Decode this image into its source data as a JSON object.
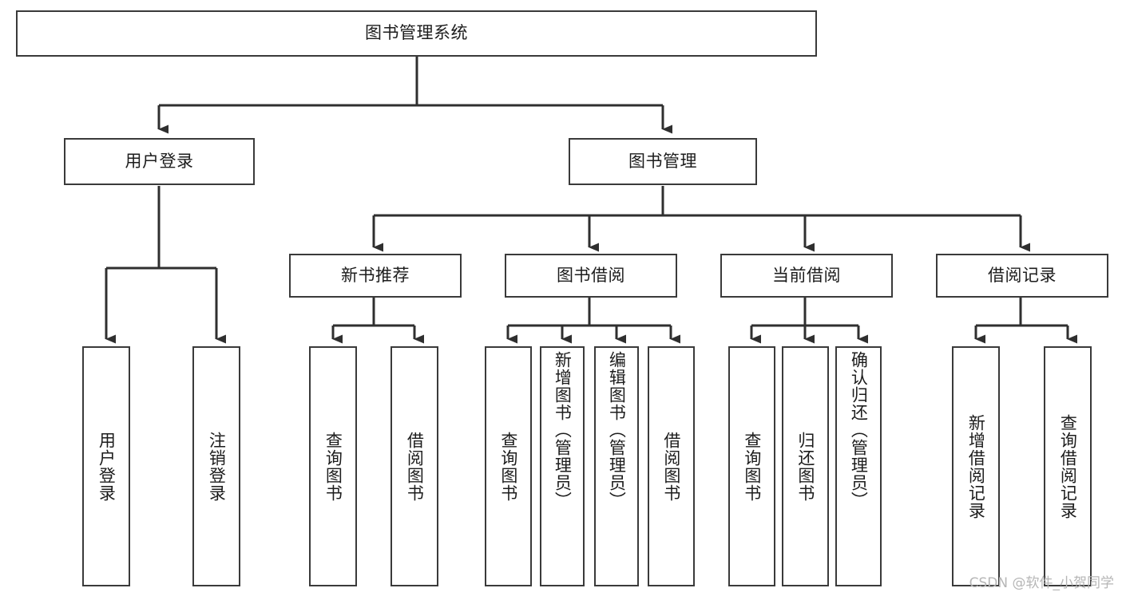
{
  "diagram": {
    "title": "图书管理系统",
    "type": "tree-hierarchy-chart",
    "watermark": "CSDN @软件_小贺同学",
    "colors": {
      "background": "#ffffff",
      "box_border": "#3a3a3a",
      "box_fill": "#ffffff",
      "connector": "#2f2f2f",
      "text": "#1c1c1c",
      "watermark_text": "#b6b6b6"
    },
    "root": {
      "id": "root",
      "label": "图书管理系统",
      "orientation": "horizontal"
    },
    "level1": [
      {
        "id": "user-login",
        "label": "用户登录",
        "orientation": "horizontal"
      },
      {
        "id": "book-manage",
        "label": "图书管理",
        "orientation": "horizontal"
      }
    ],
    "level2": [
      {
        "id": "new-book-recommend",
        "label": "新书推荐",
        "parent": "book-manage",
        "orientation": "horizontal"
      },
      {
        "id": "book-borrow",
        "label": "图书借阅",
        "parent": "book-manage",
        "orientation": "horizontal"
      },
      {
        "id": "current-borrow",
        "label": "当前借阅",
        "parent": "book-manage",
        "orientation": "horizontal"
      },
      {
        "id": "borrow-record",
        "label": "借阅记录",
        "parent": "book-manage",
        "orientation": "horizontal"
      }
    ],
    "leaves": [
      {
        "id": "leaf-user-login",
        "label": "用户登录",
        "parent": "user-login",
        "orientation": "vertical"
      },
      {
        "id": "leaf-user-logout",
        "label": "注销登录",
        "parent": "user-login",
        "orientation": "vertical"
      },
      {
        "id": "leaf-query-book-1",
        "label": "查询图书",
        "parent": "new-book-recommend",
        "orientation": "vertical"
      },
      {
        "id": "leaf-borrow-book-1",
        "label": "借阅图书",
        "parent": "new-book-recommend",
        "orientation": "vertical"
      },
      {
        "id": "leaf-query-book-2",
        "label": "查询图书",
        "parent": "book-borrow",
        "orientation": "vertical"
      },
      {
        "id": "leaf-add-book",
        "label": "新增图书（管理员）",
        "parent": "book-borrow",
        "orientation": "vertical"
      },
      {
        "id": "leaf-edit-book",
        "label": "编辑图书（管理员）",
        "parent": "book-borrow",
        "orientation": "vertical"
      },
      {
        "id": "leaf-borrow-book-2",
        "label": "借阅图书",
        "parent": "book-borrow",
        "orientation": "vertical"
      },
      {
        "id": "leaf-query-book-3",
        "label": "查询图书",
        "parent": "current-borrow",
        "orientation": "vertical"
      },
      {
        "id": "leaf-return-book",
        "label": "归还图书",
        "parent": "current-borrow",
        "orientation": "vertical"
      },
      {
        "id": "leaf-confirm-return",
        "label": "确认归还（管理员）",
        "parent": "current-borrow",
        "orientation": "vertical"
      },
      {
        "id": "leaf-add-record",
        "label": "新增借阅记录",
        "parent": "borrow-record",
        "orientation": "vertical"
      },
      {
        "id": "leaf-query-record",
        "label": "查询借阅记录",
        "parent": "borrow-record",
        "orientation": "vertical"
      }
    ]
  }
}
